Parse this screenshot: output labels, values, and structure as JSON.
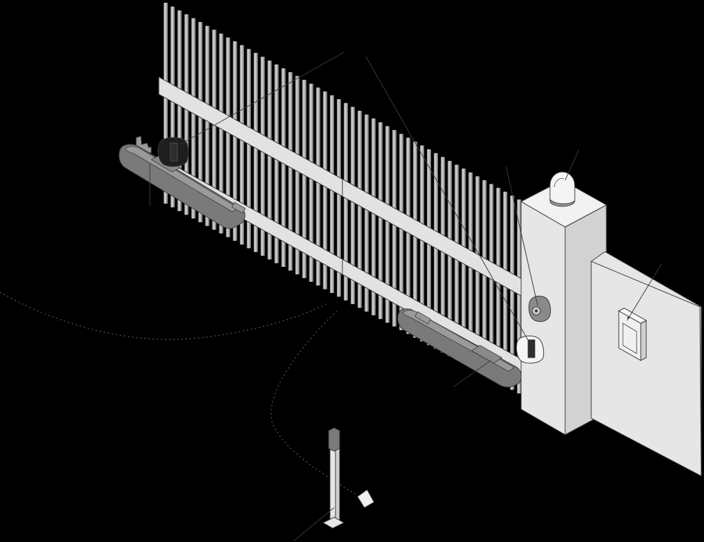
{
  "image": {
    "description_free": true,
    "background": "#000000"
  },
  "colors": {
    "background": "#000000",
    "outline": "#3a3a3a",
    "bar_light": "#c8c8c8",
    "bar_dark": "#8e8e8e",
    "rail": "#e2e2e2",
    "pillar_front": "#e6e6e6",
    "pillar_side": "#d2d2d2",
    "pillar_top": "#f2f2f2",
    "motor_body": "#7a7a7a",
    "motor_light": "#9a9a9a",
    "dark_device": "#1e1e1e",
    "lamp_dome": "#f5f5f5",
    "lamp_base": "#9a9a9a",
    "leader_line": "#3a3a3a",
    "cable_dots": "#5a5a5a"
  },
  "components": [
    {
      "id": "gate-leaf",
      "icon": "sliding-gate-icon"
    },
    {
      "id": "gearmotor-left",
      "icon": "gearmotor-icon"
    },
    {
      "id": "gearmotor-right",
      "icon": "gearmotor-icon"
    },
    {
      "id": "flashing-light",
      "icon": "warning-lamp-icon"
    },
    {
      "id": "key-selector",
      "icon": "key-switch-icon"
    },
    {
      "id": "photocell-pillar",
      "icon": "photocell-icon"
    },
    {
      "id": "photocell-gate",
      "icon": "photocell-icon"
    },
    {
      "id": "control-unit",
      "icon": "control-box-icon"
    },
    {
      "id": "photocell-column",
      "icon": "column-icon"
    },
    {
      "id": "column-base",
      "icon": "base-plate-icon"
    }
  ]
}
